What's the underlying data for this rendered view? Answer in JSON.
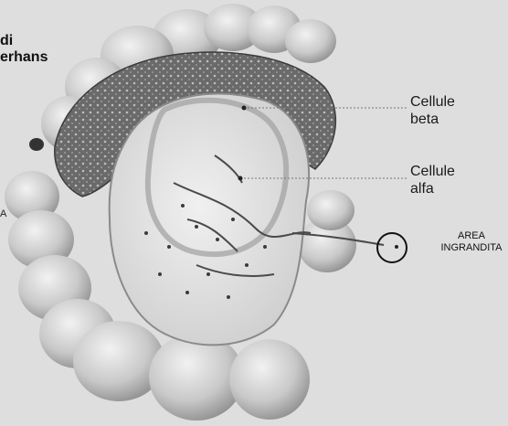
{
  "title": {
    "line1": "di",
    "line2": "erhans"
  },
  "labels": {
    "beta": {
      "line1": "Cellule",
      "line2": "beta"
    },
    "alfa": {
      "line1": "Cellule",
      "line2": "alfa"
    },
    "area": {
      "line1": "AREA",
      "line2": "INGRANDITA"
    },
    "left_edge": "A"
  },
  "colors": {
    "background": "#dedede",
    "tissue": "#cfcfcf",
    "acini_dark": "#6f6f6f",
    "islet": "#e6e6e6",
    "leader_line": "#777777"
  }
}
